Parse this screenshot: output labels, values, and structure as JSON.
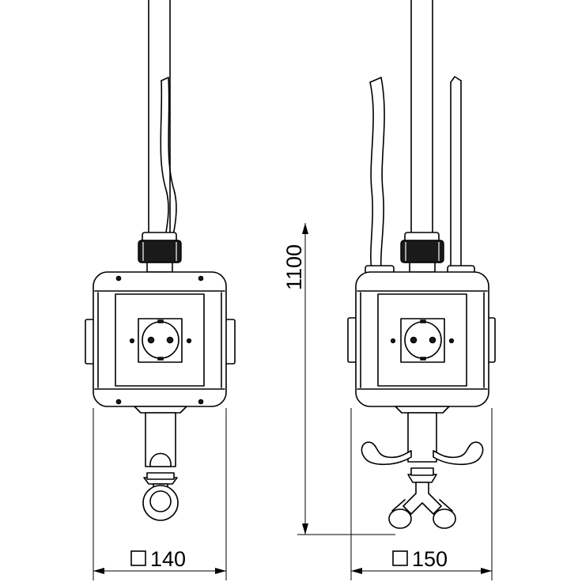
{
  "drawing": {
    "dimensions": {
      "height_value": "1100",
      "left_width_value": "140",
      "right_width_value": "150",
      "square_symbol": "□"
    }
  }
}
